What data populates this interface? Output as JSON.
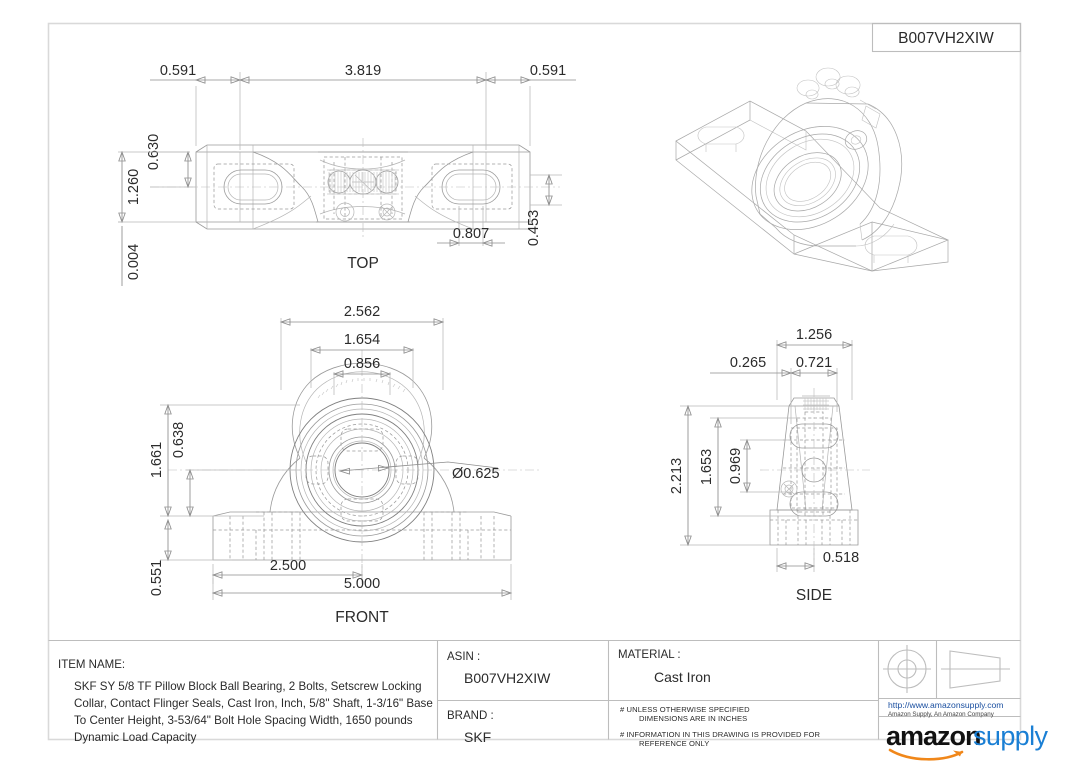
{
  "sheet": {
    "asin_box_label": "B007VH2XIW"
  },
  "views": {
    "top": {
      "label": "TOP",
      "dims": {
        "d_left_offset": "0.591",
        "d_span": "3.819",
        "d_right_offset": "0.591",
        "d_slot_to_edge": "0.630",
        "d_half_width": "1.260",
        "d_bottom_off": "0.004",
        "d_pad_width": "0.807",
        "d_pad_depth": "0.453"
      }
    },
    "front": {
      "label": "FRONT",
      "dims": {
        "d_outer": "2.562",
        "d_mid": "1.654",
        "d_inner": "0.856",
        "d_height_total": "1.661",
        "d_center_height": "0.638",
        "d_base_height": "0.551",
        "d_bolt_spacing": "2.500",
        "d_overall_width": "5.000",
        "d_bore": "Ø0.625"
      }
    },
    "side": {
      "label": "SIDE",
      "dims": {
        "d_width": "1.256",
        "d_left": "0.265",
        "d_inner_width": "0.721",
        "d_height_total": "2.213",
        "d_height_mid": "1.653",
        "d_height_small": "0.969",
        "d_base": "0.518"
      }
    },
    "iso": {
      "label": "isometric-pillow-block"
    }
  },
  "title_block": {
    "item_name_label": "ITEM NAME:",
    "item_name_lines": [
      "SKF SY 5/8 TF Pillow Block Ball Bearing, 2 Bolts, Setscrew Locking",
      "Collar, Contact Flinger Seals, Cast Iron, Inch, 5/8\" Shaft, 1-3/16\" Base",
      "To Center Height, 3-53/64\" Bolt Hole Spacing Width, 1650 pounds",
      "Dynamic Load Capacity"
    ],
    "asin_label": "ASIN :",
    "asin_value": "B007VH2XIW",
    "brand_label": "BRAND :",
    "brand_value": "SKF",
    "material_label": "MATERIAL :",
    "material_value": "Cast Iron",
    "note_1_line_1": "# UNLESS OTHERWISE SPECIFIED",
    "note_1_line_2": "DIMENSIONS ARE IN INCHES",
    "note_2_line_1": "# INFORMATION IN THIS DRAWING IS PROVIDED FOR",
    "note_2_line_2": "REFERENCE ONLY",
    "url": "http://www.amazonsupply.com",
    "url_sub": "Amazon Supply, An Amazon Company",
    "logo_part_a": "amazon",
    "logo_part_b": "supply",
    "projection_symbol": "first-angle-projection-symbol"
  },
  "colors": {
    "frame": "#d9d9d9",
    "line": "#9a9a9a",
    "dim": "#8d8d8d",
    "text": "#2b2b2b",
    "accent_blue": "#1a7fd4"
  }
}
